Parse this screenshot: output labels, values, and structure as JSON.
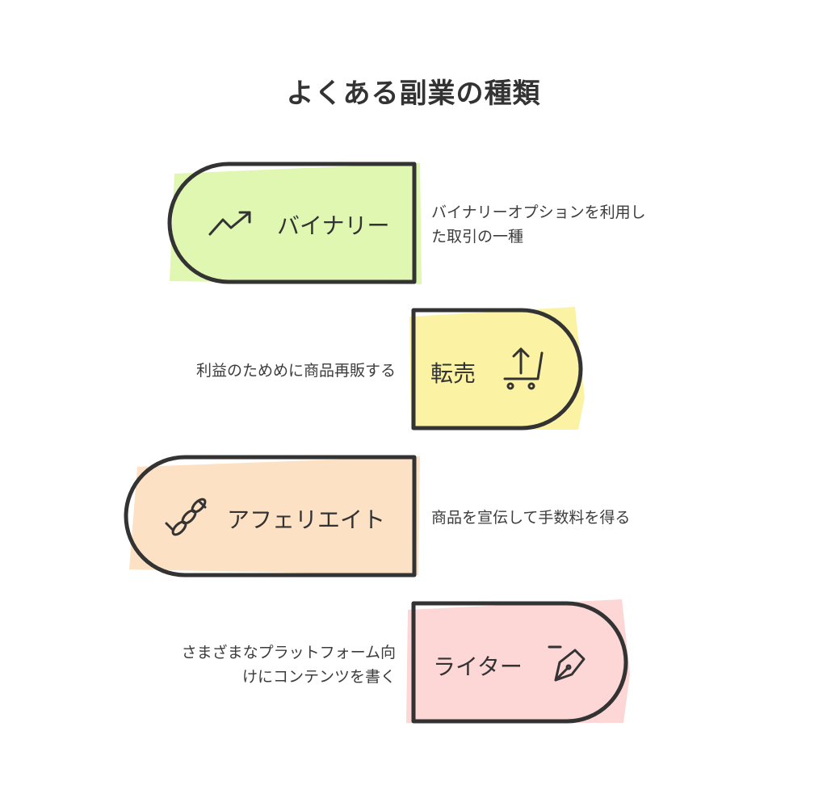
{
  "title": "よくある副業の種類",
  "items": [
    {
      "label": "バイナリー",
      "description_lines": [
        "バイナリーオプションを利用し",
        "た取引の一種"
      ],
      "icon": "trending-up-icon",
      "color": "#dff7b0"
    },
    {
      "label": "転売",
      "description_lines": [
        "利益のためめに商品再販する"
      ],
      "icon": "cart-arrow-up-icon",
      "color": "#fbf3a3"
    },
    {
      "label": "アフェリエイト",
      "description_lines": [
        "商品を宣伝して手数料を得る"
      ],
      "icon": "chain-link-icon",
      "color": "#fde1c4"
    },
    {
      "label": "ライター",
      "description_lines": [
        "さまざまなプラットフォーム向",
        "けにコンテンツを書く"
      ],
      "icon": "pen-nib-icon",
      "color": "#fdd6d6"
    }
  ]
}
